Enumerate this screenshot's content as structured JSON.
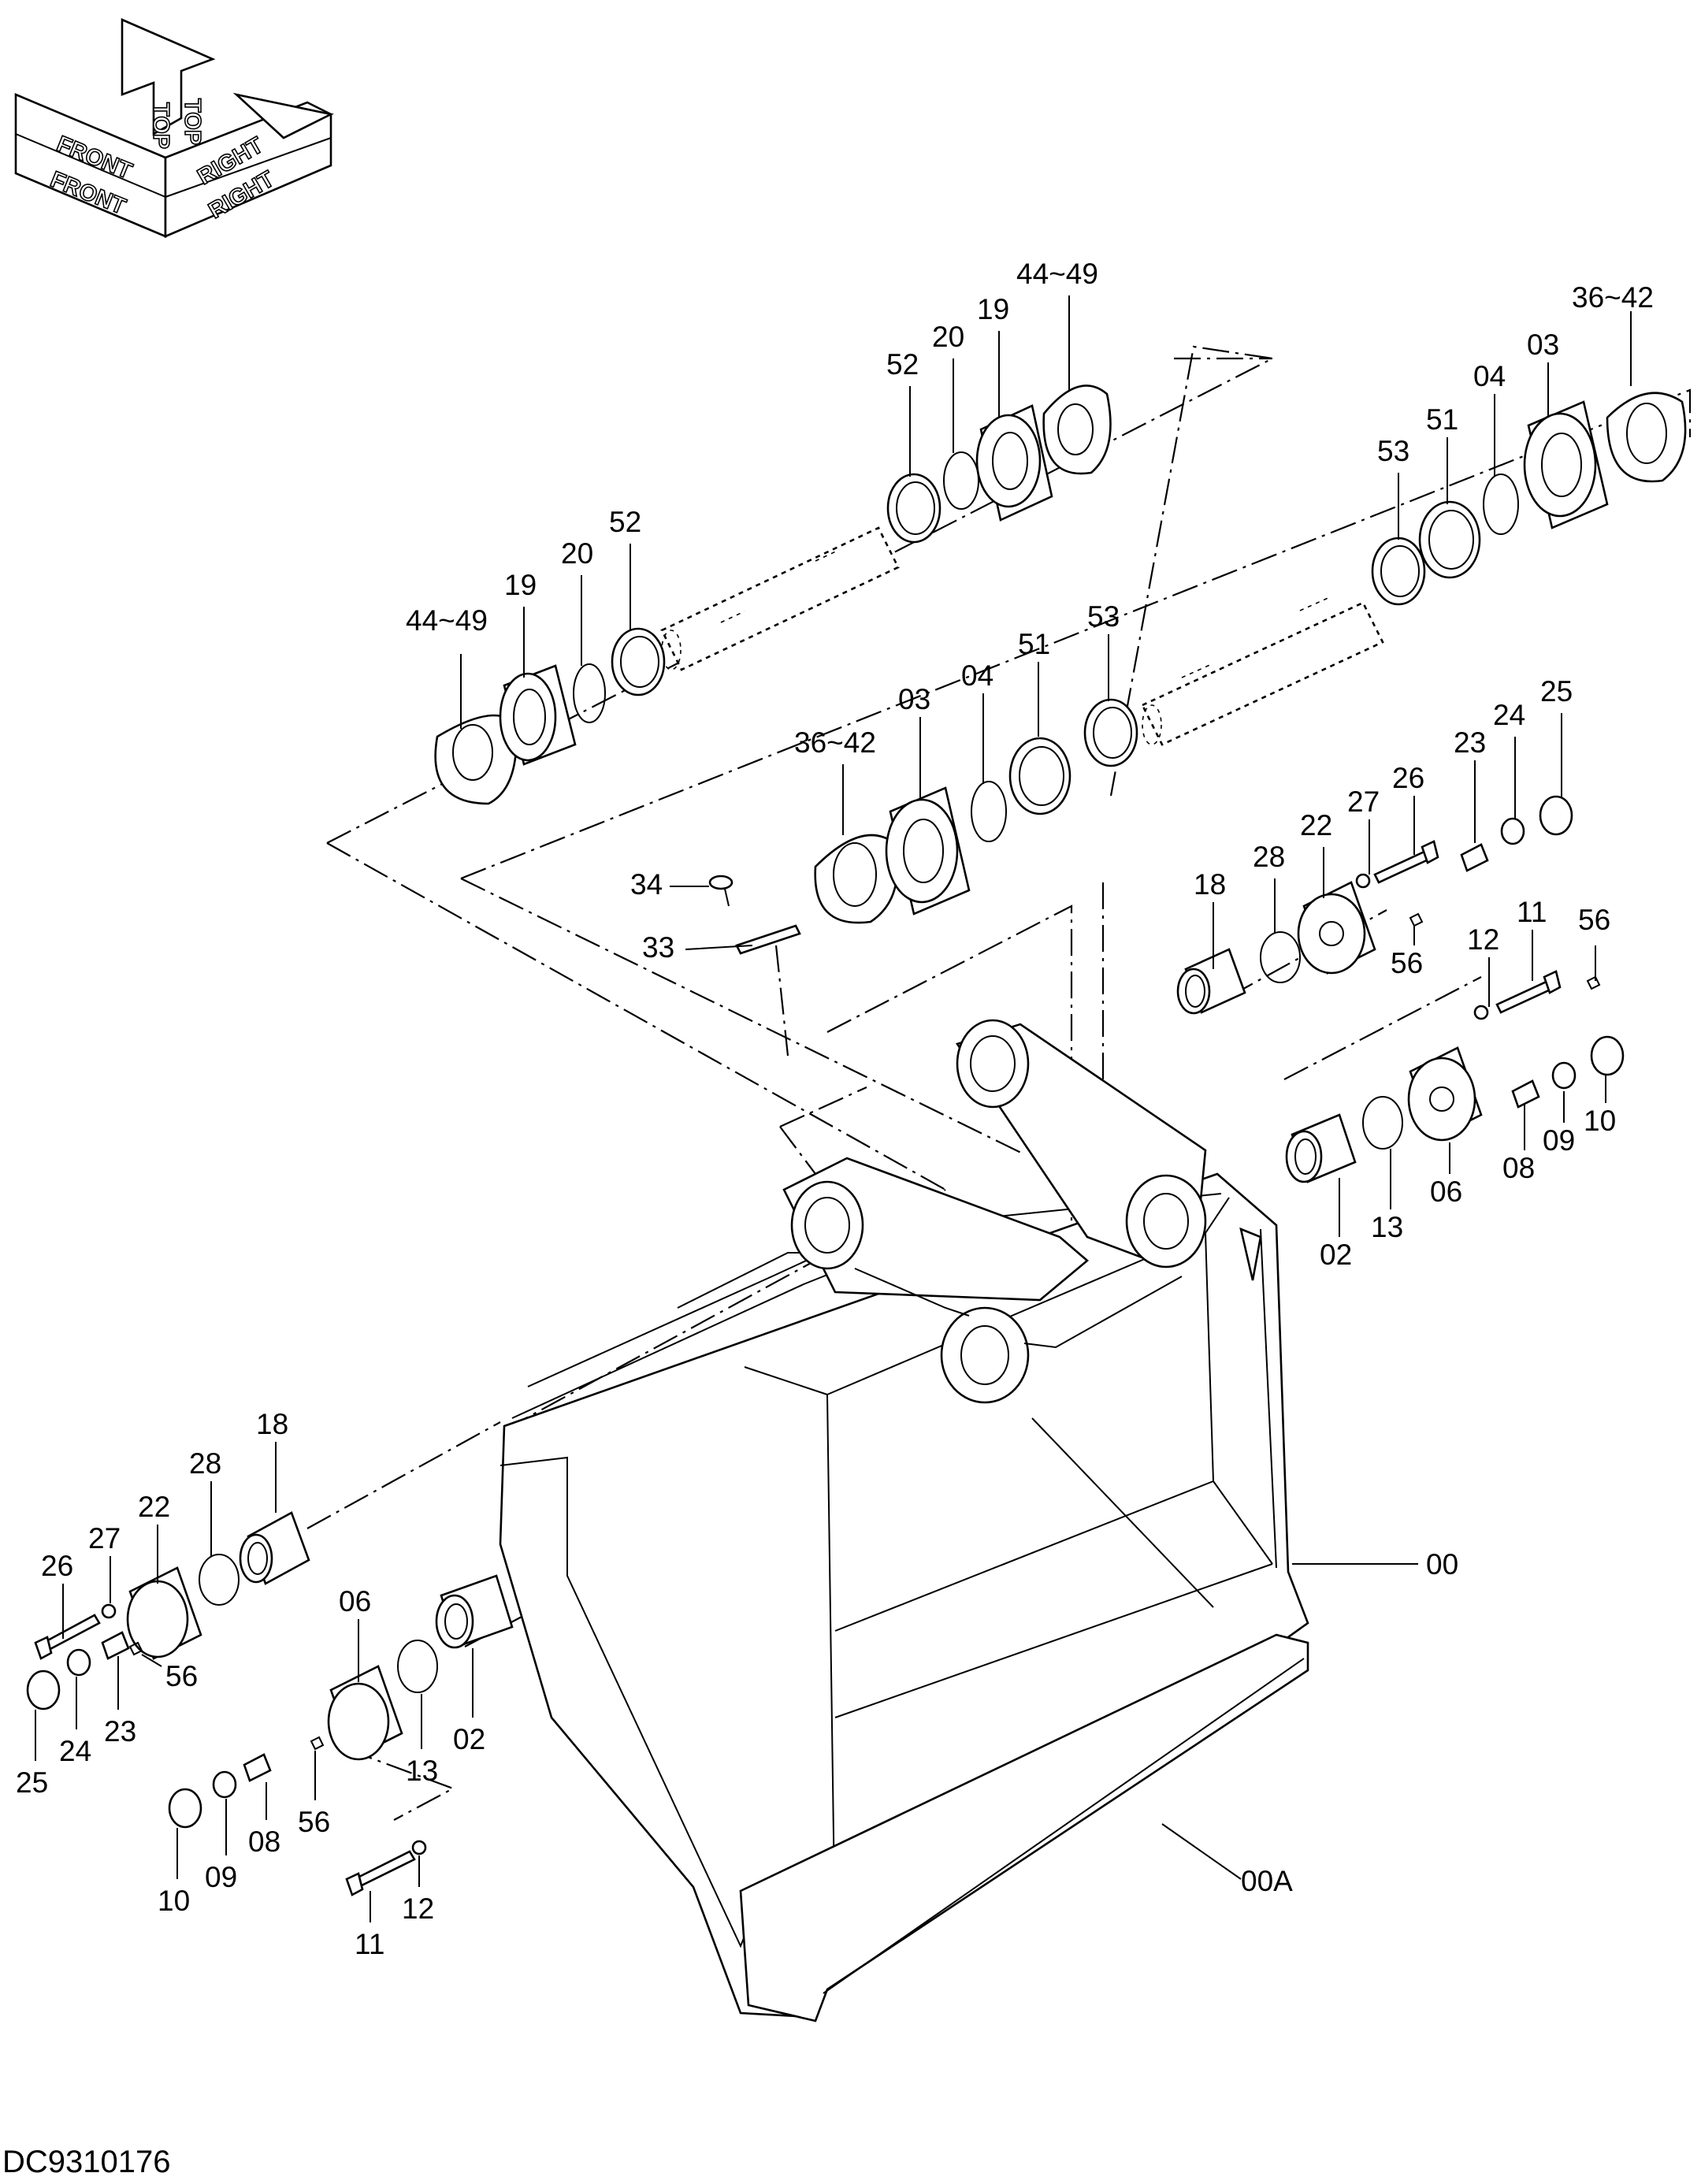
{
  "drawing_code": "DC9310176",
  "orientation": {
    "front": "FRONT",
    "top": "TOP",
    "right": "RIGHT"
  },
  "labels": {
    "l_44_49_top": "44~49",
    "l_20_top": "20",
    "l_19_top": "19",
    "l_52_top": "52",
    "l_36_42_right": "36~42",
    "l_03_right": "03",
    "l_04_right": "04",
    "l_51_right": "51",
    "l_53_right": "53",
    "l_44_49_left": "44~49",
    "l_19_left": "19",
    "l_20_left": "20",
    "l_52_left": "52",
    "l_36_42_mid": "36~42",
    "l_03_mid": "03",
    "l_04_mid": "04",
    "l_51_mid": "51",
    "l_53_mid": "53",
    "l_34": "34",
    "l_33": "33",
    "l_18_r": "18",
    "l_28_r": "28",
    "l_22_r": "22",
    "l_27_r": "27",
    "l_26_r": "26",
    "l_23_r": "23",
    "l_24_r": "24",
    "l_25_r": "25",
    "l_56_r1": "56",
    "l_12_r": "12",
    "l_11_r": "11",
    "l_56_r2": "56",
    "l_02_r": "02",
    "l_13_r": "13",
    "l_06_r": "06",
    "l_08_r": "08",
    "l_09_r": "09",
    "l_10_r": "10",
    "l_00": "00",
    "l_00A": "00A",
    "l_18_l": "18",
    "l_28_l": "28",
    "l_22_l": "22",
    "l_27_l": "27",
    "l_26_l": "26",
    "l_56_l1": "56",
    "l_23_l": "23",
    "l_24_l": "24",
    "l_25_l": "25",
    "l_06_l": "06",
    "l_13_l": "13",
    "l_02_l": "02",
    "l_08_l": "08",
    "l_09_l": "09",
    "l_10_l": "10",
    "l_56_l2": "56",
    "l_11_l": "11",
    "l_12_l": "12"
  }
}
